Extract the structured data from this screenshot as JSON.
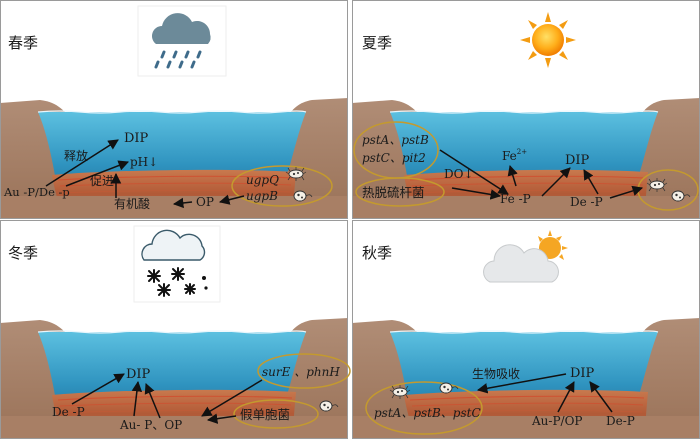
{
  "colors": {
    "water_top": "#3aa7cf",
    "water_bottom": "#1f6f95",
    "bank": "#a37e66",
    "sediment": "#b06a44",
    "sediment_red": "#c74a2e",
    "oval": "#c49a2e",
    "arrow": "#111111",
    "frame": "#9a9a9a"
  },
  "panels": {
    "spring": {
      "season": "春季",
      "weather_icon": "rain-cloud-icon",
      "labels": {
        "dip": "DIP",
        "release": "释放",
        "ph": "pH↓",
        "promote": "促进",
        "au_de": "Au -P/De -p",
        "organic_acid": "有机酸",
        "op": "OP",
        "gene1": "ugpQ",
        "gene2": "ugpB"
      }
    },
    "summer": {
      "season": "夏季",
      "weather_icon": "sun-icon",
      "labels": {
        "genes_line1": "pstA、pstB",
        "genes_line2": "pstC、pit2",
        "fe2_base": "Fe",
        "fe2_sup": "2+",
        "dip": "DIP",
        "do": "DO↓",
        "fe_p": "Fe -P",
        "de_p": "De -P",
        "bacteria": "热脱硫杆菌"
      }
    },
    "winter": {
      "season": "冬季",
      "weather_icon": "snow-cloud-icon",
      "labels": {
        "dip": "DIP",
        "de_p": "De -P",
        "au_op": "Au- P、OP",
        "genes": "surE 、phnH",
        "bacteria": "假单胞菌"
      }
    },
    "autumn": {
      "season": "秋季",
      "weather_icon": "sun-behind-cloud-icon",
      "labels": {
        "dip": "DIP",
        "uptake": "生物吸收",
        "genes": "pstA、pstB、pstC",
        "au_op": "Au-P/OP",
        "de_p": "De-P"
      }
    }
  }
}
